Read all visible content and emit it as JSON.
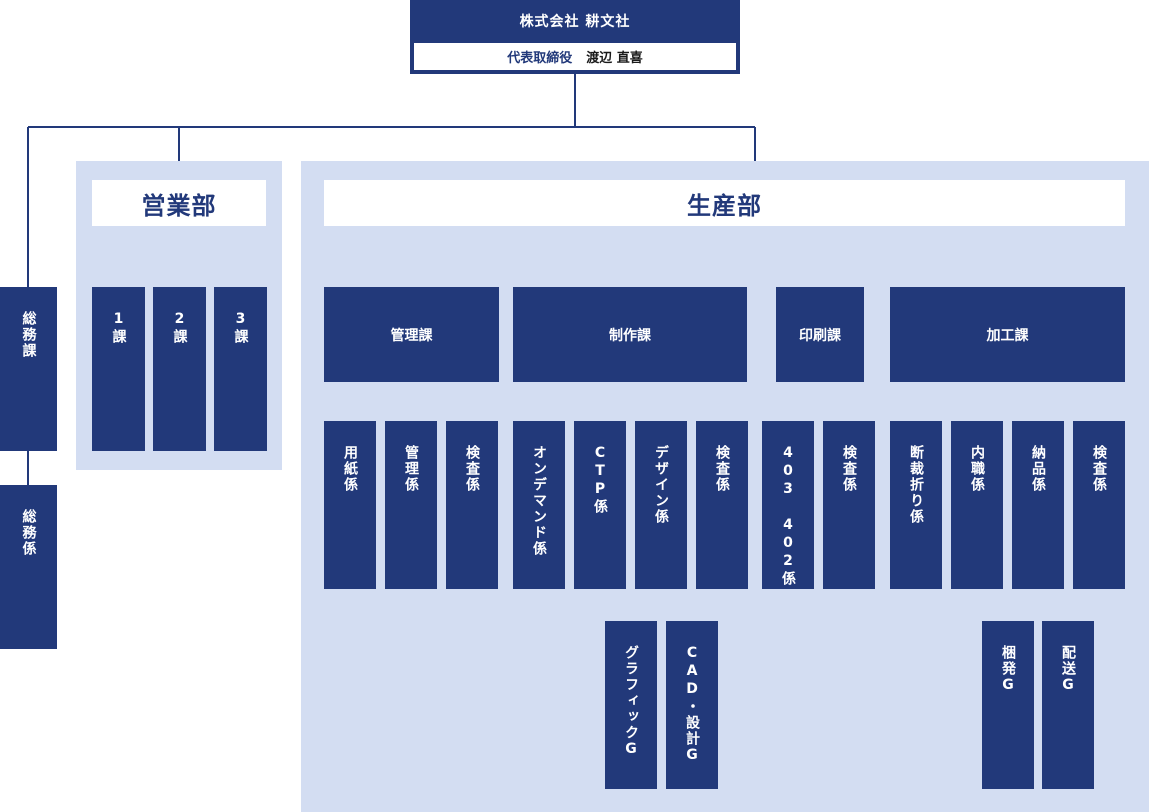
{
  "company": {
    "name": "株式会社 耕文社",
    "ceo_title": "代表取締役",
    "ceo_name": "渡辺 直喜"
  },
  "general_affairs": {
    "dept": "総務課",
    "section": "総務係"
  },
  "sales": {
    "name": "営業部",
    "sections": [
      "1課",
      "2課",
      "3課"
    ]
  },
  "production": {
    "name": "生産部",
    "divisions": {
      "kanri": {
        "name": "管理課",
        "teams": [
          "用紙係",
          "管理係",
          "検査係"
        ]
      },
      "seisaku": {
        "name": "制作課",
        "teams": [
          "オンデマンド係",
          "CTP係",
          "デザイン係",
          "検査係"
        ],
        "groups": [
          "グラフィックG",
          "CAD・設計G"
        ]
      },
      "insatsu": {
        "name": "印刷課",
        "teams": [
          "403 402係",
          "検査係"
        ]
      },
      "kakou": {
        "name": "加工課",
        "teams": [
          "断裁折り係",
          "内職係",
          "納品係",
          "検査係"
        ],
        "groups": [
          "梱発G",
          "配送G"
        ]
      }
    }
  },
  "colors": {
    "navy": "#22397a",
    "panel": "#d3ddf2",
    "line": "#22397a",
    "white": "#ffffff"
  }
}
